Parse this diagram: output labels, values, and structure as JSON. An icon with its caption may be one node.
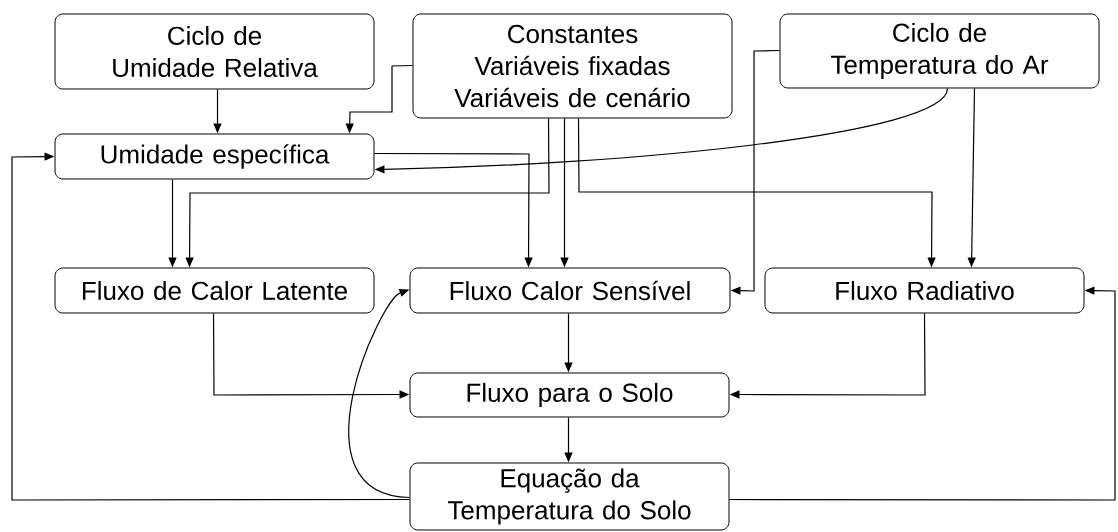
{
  "diagram": {
    "nodes": [
      {
        "text": [
          "Ciclo de Umidade Relativa"
        ]
      },
      {
        "text": [
          "Constantes",
          "Variáveis fixadas",
          "Variáveis de cenário"
        ]
      },
      {
        "text": [
          "Ciclo de Temperatura do Ar"
        ]
      },
      {
        "text": [
          "Umidade específica"
        ]
      },
      {
        "text": [
          "Fluxo de Calor Latente"
        ]
      },
      {
        "text": [
          "Fluxo Calor Sensível"
        ]
      },
      {
        "text": [
          "Fluxo Radiativo"
        ]
      },
      {
        "text": [
          "Fluxo para o Solo"
        ]
      },
      {
        "text": [
          "Equação da Temperatura do Solo"
        ]
      }
    ],
    "edges": [
      {
        "from": 0,
        "to": 3,
        "arrow": "to"
      },
      {
        "from": 1,
        "to": 3,
        "arrow": "to"
      },
      {
        "from": 2,
        "to": 3,
        "arrow": "to"
      },
      {
        "from": 3,
        "to": 4,
        "arrow": "to"
      },
      {
        "from": 1,
        "to": 4,
        "arrow": "to"
      },
      {
        "from": 3,
        "to": 5,
        "arrow": "to"
      },
      {
        "from": 1,
        "to": 5,
        "arrow": "to"
      },
      {
        "from": 2,
        "to": 5,
        "arrow": "to"
      },
      {
        "from": 1,
        "to": 6,
        "arrow": "to"
      },
      {
        "from": 2,
        "to": 6,
        "arrow": "to"
      },
      {
        "from": 4,
        "to": 7,
        "arrow": "to"
      },
      {
        "from": 5,
        "to": 7,
        "arrow": "to"
      },
      {
        "from": 6,
        "to": 7,
        "arrow": "to"
      },
      {
        "from": 7,
        "to": 8,
        "arrow": "to"
      },
      {
        "from": 8,
        "to": 5,
        "arrow": "to"
      },
      {
        "from": 8,
        "to": 3,
        "arrow": "to"
      },
      {
        "from": 8,
        "to": 6,
        "arrow": "to"
      }
    ]
  }
}
